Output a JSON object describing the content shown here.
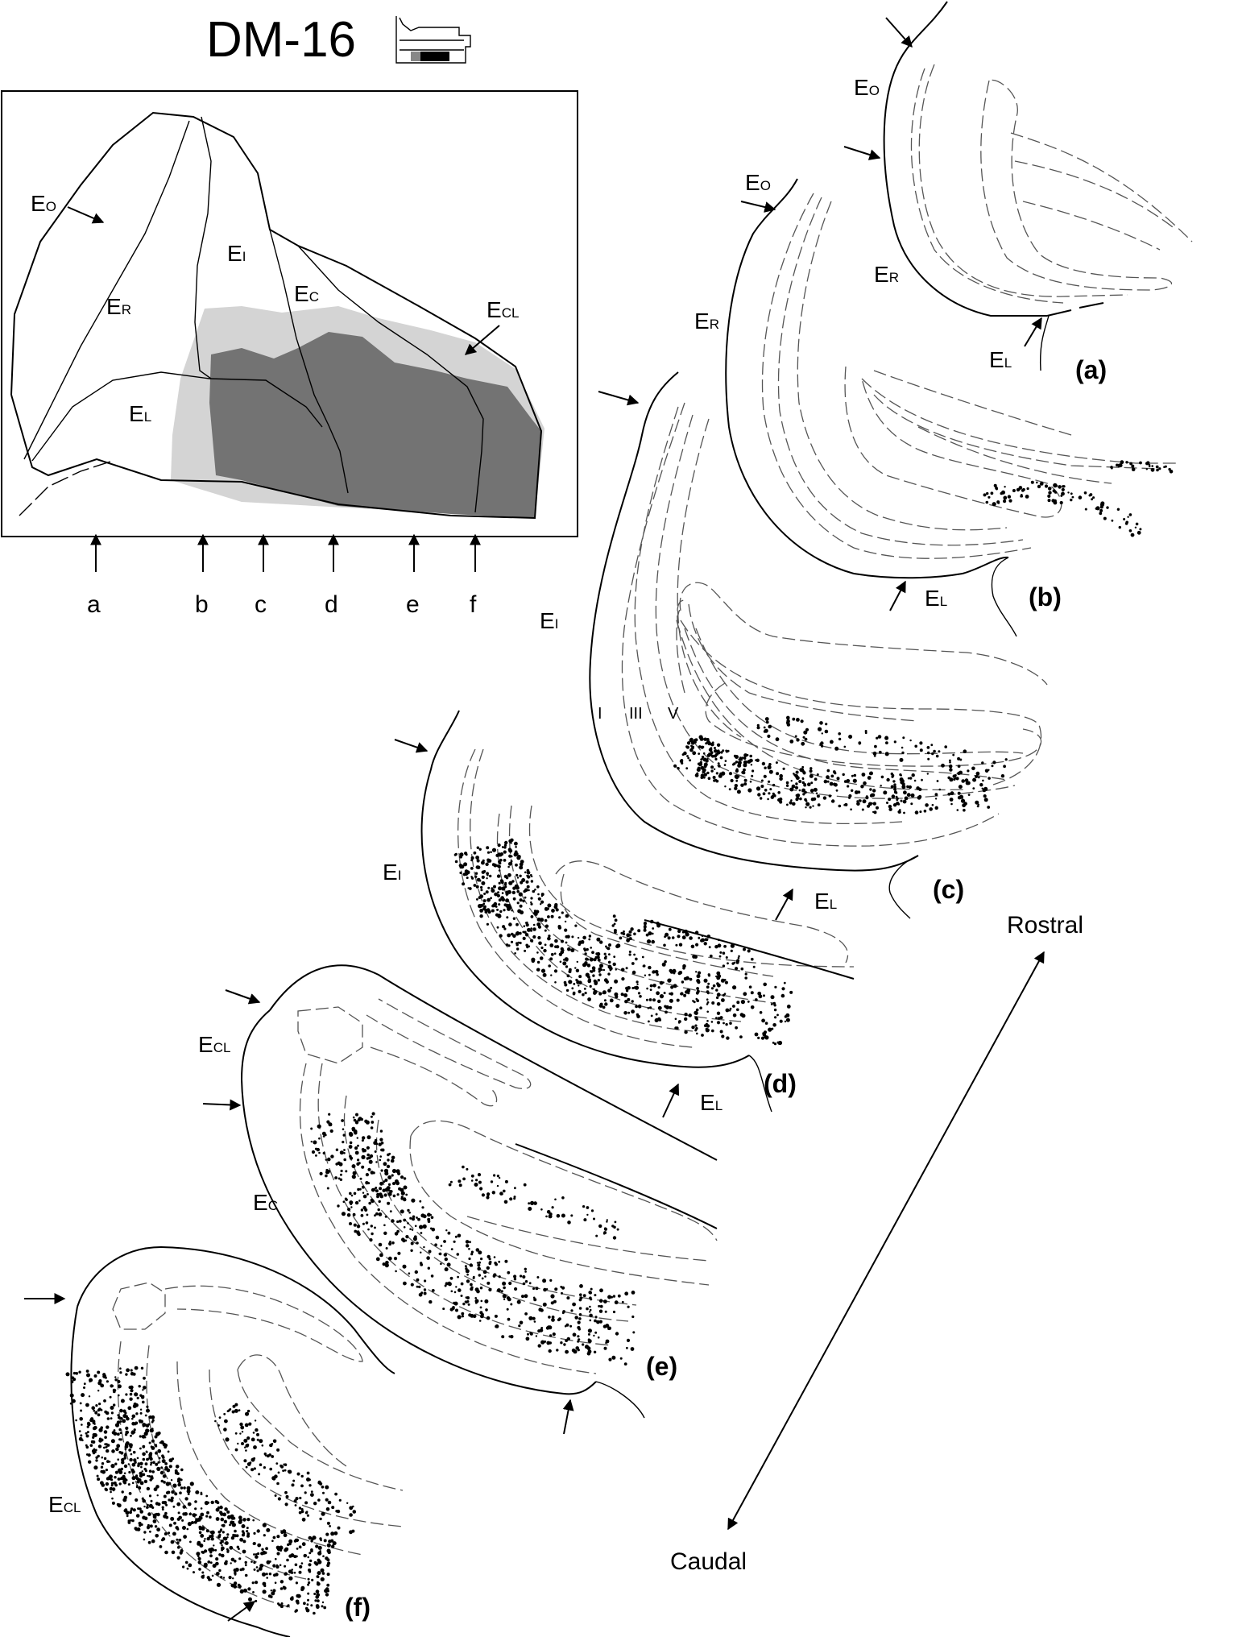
{
  "title": "DM-16",
  "map": {
    "regions": [
      {
        "id": "eo",
        "main": "E",
        "sub": "O"
      },
      {
        "id": "er",
        "main": "E",
        "sub": "R"
      },
      {
        "id": "ei",
        "main": "E",
        "sub": "I"
      },
      {
        "id": "ec",
        "main": "E",
        "sub": "C"
      },
      {
        "id": "ecl",
        "main": "E",
        "sub": "CL"
      },
      {
        "id": "el",
        "main": "E",
        "sub": "L"
      }
    ],
    "section_letters": [
      "a",
      "b",
      "c",
      "d",
      "e",
      "f"
    ],
    "colors": {
      "light_gray": "#d4d4d4",
      "dark_gray": "#737373"
    }
  },
  "panels": [
    {
      "id": "a",
      "label": "(a)",
      "regions": [
        {
          "main": "E",
          "sub": "O"
        },
        {
          "main": "E",
          "sub": "R"
        },
        {
          "main": "E",
          "sub": "L"
        }
      ]
    },
    {
      "id": "b",
      "label": "(b)",
      "regions": [
        {
          "main": "E",
          "sub": "O"
        },
        {
          "main": "E",
          "sub": "R"
        },
        {
          "main": "E",
          "sub": "L"
        }
      ]
    },
    {
      "id": "c",
      "label": "(c)",
      "regions": [
        {
          "main": "E",
          "sub": "I"
        },
        {
          "main": "E",
          "sub": "L"
        }
      ],
      "layers": [
        "I",
        "III",
        "V"
      ]
    },
    {
      "id": "d",
      "label": "(d)",
      "regions": [
        {
          "main": "E",
          "sub": "I"
        },
        {
          "main": "E",
          "sub": "L"
        }
      ]
    },
    {
      "id": "e",
      "label": "(e)",
      "regions": [
        {
          "main": "E",
          "sub": "CL"
        },
        {
          "main": "E",
          "sub": "C"
        }
      ]
    },
    {
      "id": "f",
      "label": "(f)",
      "regions": [
        {
          "main": "E",
          "sub": "CL"
        }
      ]
    }
  ],
  "axis": {
    "rostral": "Rostral",
    "caudal": "Caudal"
  }
}
